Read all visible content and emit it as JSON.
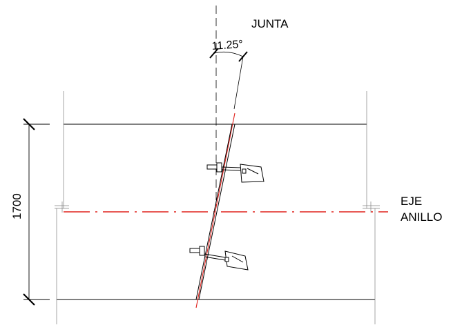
{
  "labels": {
    "junta": "JUNTA",
    "angle": "11.25°",
    "eje_line1": "EJE",
    "eje_line2": "ANILLO",
    "dimension": "1700"
  },
  "colors": {
    "line": "#000000",
    "thin_line": "#808080",
    "axis_red": "#e0201b"
  },
  "diagram": {
    "joint_angle_deg": 11.25,
    "segment_width_mm": 1700,
    "connectors": 2
  }
}
